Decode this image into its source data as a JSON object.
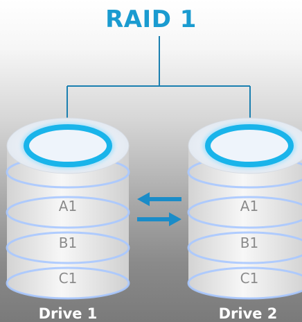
{
  "title": "RAID 1",
  "drives": [
    {
      "label": "Drive 1",
      "blocks": [
        "A1",
        "B1",
        "C1"
      ]
    },
    {
      "label": "Drive 2",
      "blocks": [
        "A1",
        "B1",
        "C1"
      ]
    }
  ],
  "colors": {
    "title": "#1a9bd0",
    "connector": "#1a7fb0",
    "ring": "#19b4ea",
    "ring_glow": "#7fd8ff",
    "arrow": "#1a8cc8",
    "disk_rim": "#a9c8ff"
  },
  "icons": {
    "mirror_arrows": [
      "arrow-left-icon",
      "arrow-right-icon"
    ]
  }
}
